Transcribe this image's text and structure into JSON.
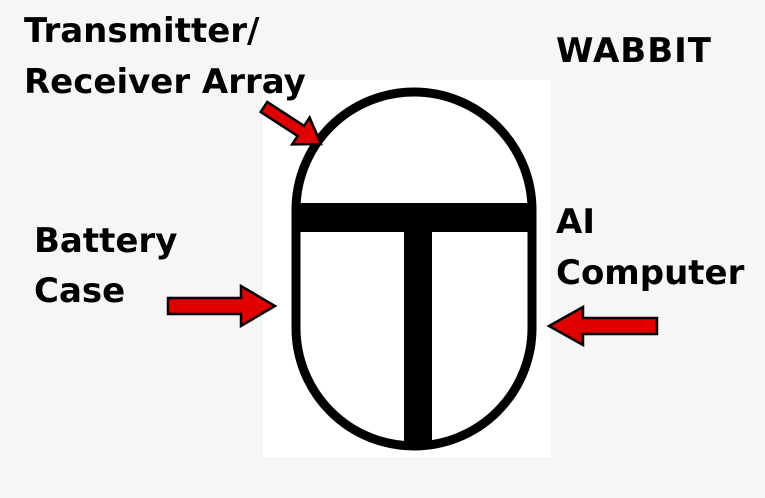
{
  "title": "WABBIT",
  "labels": {
    "transmitter_line1": "Transmitter/",
    "transmitter_line2": "Receiver Array",
    "battery_line1": "Battery",
    "battery_line2": "Case",
    "ai_line1": "AI",
    "ai_line2": "Computer"
  },
  "colors": {
    "outline": "#000000",
    "arrow_fill": "#e00000",
    "arrow_stroke": "#000000",
    "panel": "#ffffff",
    "background": "#f6f6f6"
  }
}
